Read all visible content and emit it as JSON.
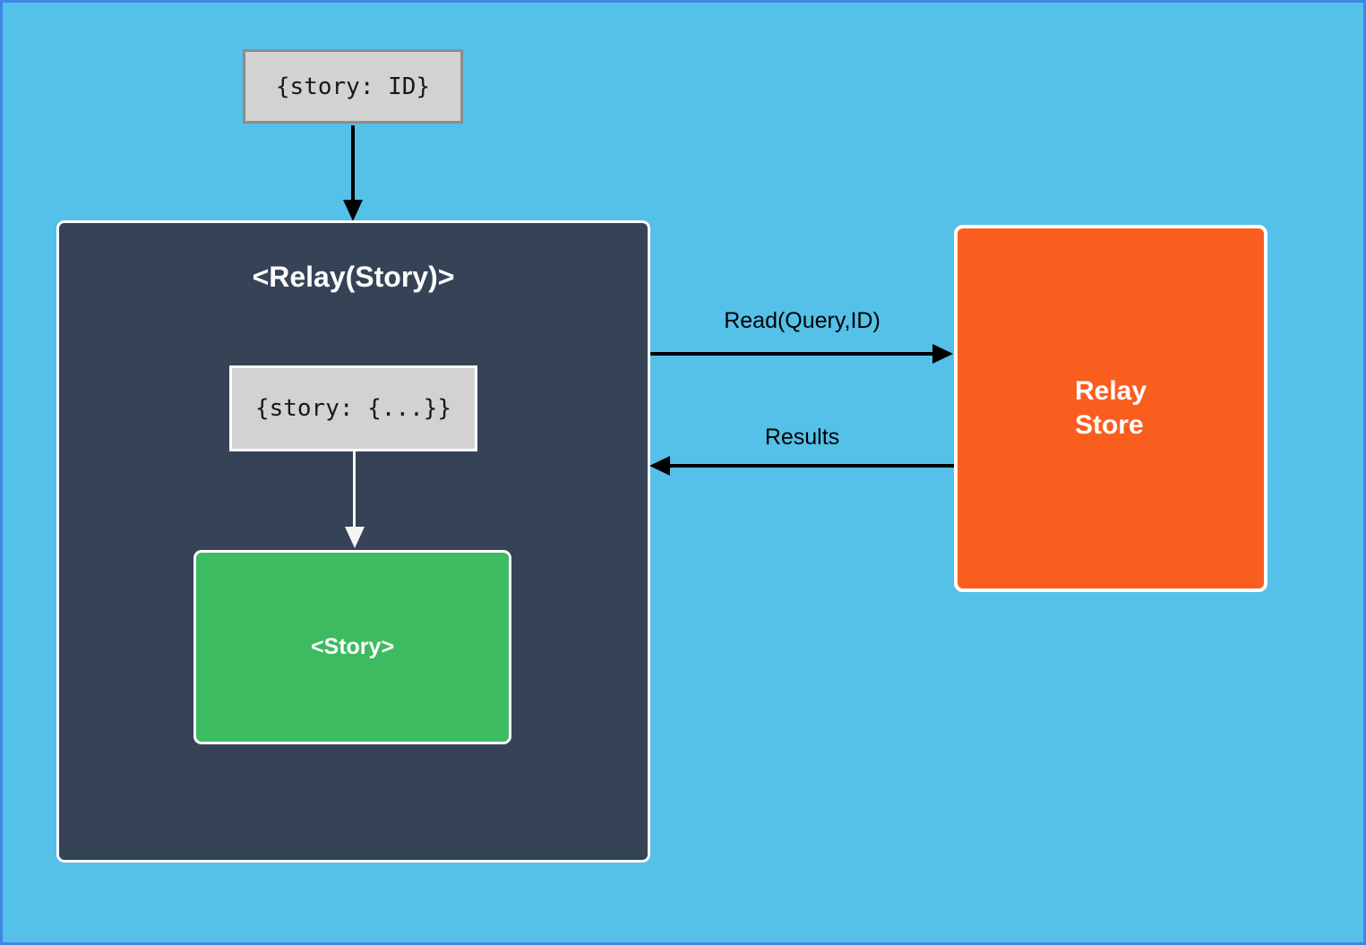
{
  "nodes": {
    "story_id": {
      "text": "{story: ID}"
    },
    "relay_container": {
      "title": "<Relay(Story)>"
    },
    "story_props": {
      "text": "{story: {...}}"
    },
    "story": {
      "label": "<Story>"
    },
    "relay_store": {
      "label": "Relay\nStore"
    }
  },
  "edges": {
    "read": {
      "label": "Read(Query,ID)"
    },
    "results": {
      "label": "Results"
    }
  },
  "colors": {
    "page_background": "#55c0e8",
    "page_border": "#4285e9",
    "container_fill": "#364357",
    "container_title_color": "#ffffff",
    "story_fill": "#3dbb61",
    "store_fill": "#fa5e1f",
    "literal_fill": "#d2d2d2",
    "literal_border_gray": "#8c8c8c",
    "node_border_white": "#ffffff",
    "arrow_black": "#000000",
    "arrow_white": "#f5f5f5"
  }
}
